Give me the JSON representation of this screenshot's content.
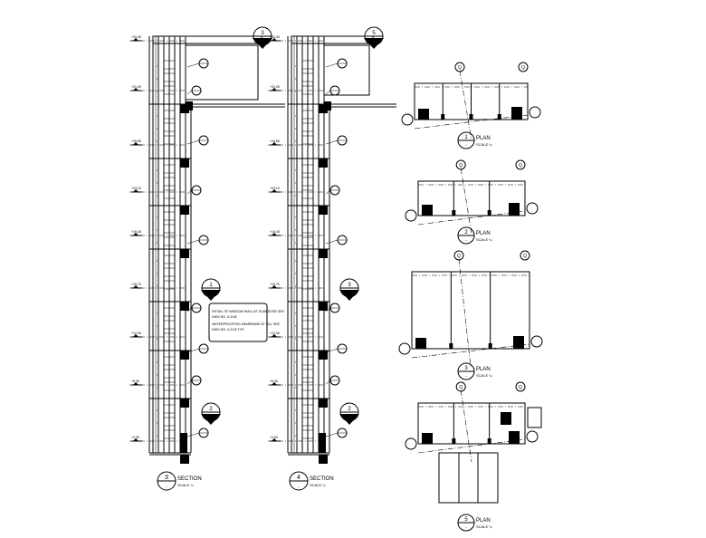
{
  "sections": [
    {
      "id": "section-3",
      "number": "3",
      "sub": "-",
      "title": "SECTION",
      "scale": "SCALE ¼",
      "levels": [
        "+34.45",
        "+31.05",
        "+26.85",
        "+23.15",
        "+19.45",
        "+15.75",
        "+12.05",
        "+8.35",
        "+3.50"
      ],
      "callouts": [
        "3",
        "1",
        "2"
      ]
    },
    {
      "id": "section-4",
      "number": "4",
      "sub": "-",
      "title": "SECTION",
      "scale": "SCALE ¼",
      "levels": [
        "+34.45",
        "+31.05",
        "+26.85",
        "+23.15",
        "+19.45",
        "+15.75",
        "+12.05",
        "+8.35",
        "+3.50"
      ],
      "callouts": [
        "5",
        "3",
        "2"
      ]
    }
  ],
  "note": {
    "lines": [
      "DETAIL OF WINDOW WALL AT SLAB EDGE SEE",
      "DWG NO. A-5.08",
      "WATERPROOFING MEMBRANE AT SILL SEE",
      "DWG NO. A-5.09 TYP."
    ]
  },
  "plans": [
    {
      "id": "plan-1",
      "number": "1",
      "sub": "-",
      "title": "PLAN",
      "scale": "SCALE ¼"
    },
    {
      "id": "plan-2",
      "number": "2",
      "sub": "-",
      "title": "PLAN",
      "scale": "SCALE ¼"
    },
    {
      "id": "plan-3",
      "number": "3",
      "sub": "-",
      "title": "PLAN",
      "scale": "SCALE ¼"
    },
    {
      "id": "plan-5",
      "number": "5",
      "sub": "-",
      "title": "PLAN",
      "scale": "SCALE ¼"
    }
  ],
  "grid_bubbles": [
    "Q",
    "Q"
  ]
}
